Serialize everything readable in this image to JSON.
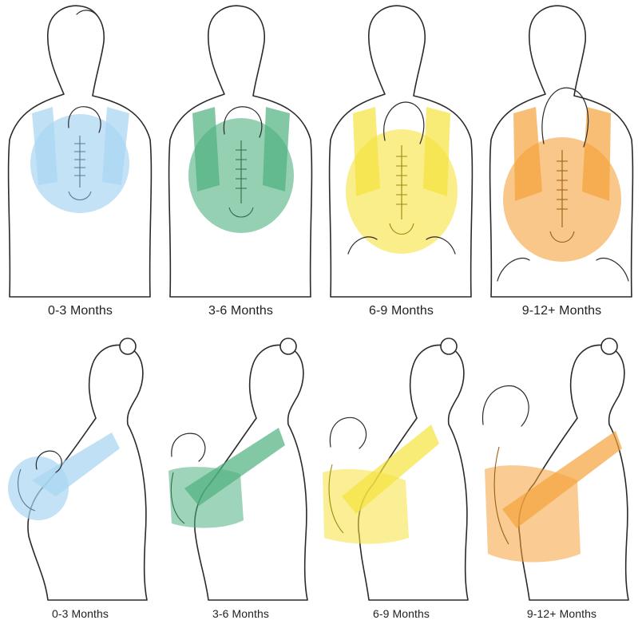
{
  "palette": {
    "blue": "#a9d6f2",
    "green": "#4fb07f",
    "yellow": "#f5e23c",
    "orange": "#f5a23a",
    "outline": "#2a2a2a"
  },
  "front_row": {
    "panels": [
      {
        "label": "0-3 Months",
        "color": "blue"
      },
      {
        "label": "3-6 Months",
        "color": "green"
      },
      {
        "label": "6-9 Months",
        "color": "yellow"
      },
      {
        "label": "9-12+ Months",
        "color": "orange"
      }
    ]
  },
  "side_row": {
    "panels": [
      {
        "label": "0-3 Months",
        "color": "blue"
      },
      {
        "label": "3-6 Months",
        "color": "green"
      },
      {
        "label": "6-9 Months",
        "color": "yellow"
      },
      {
        "label": "9-12+ Months",
        "color": "orange"
      }
    ]
  }
}
